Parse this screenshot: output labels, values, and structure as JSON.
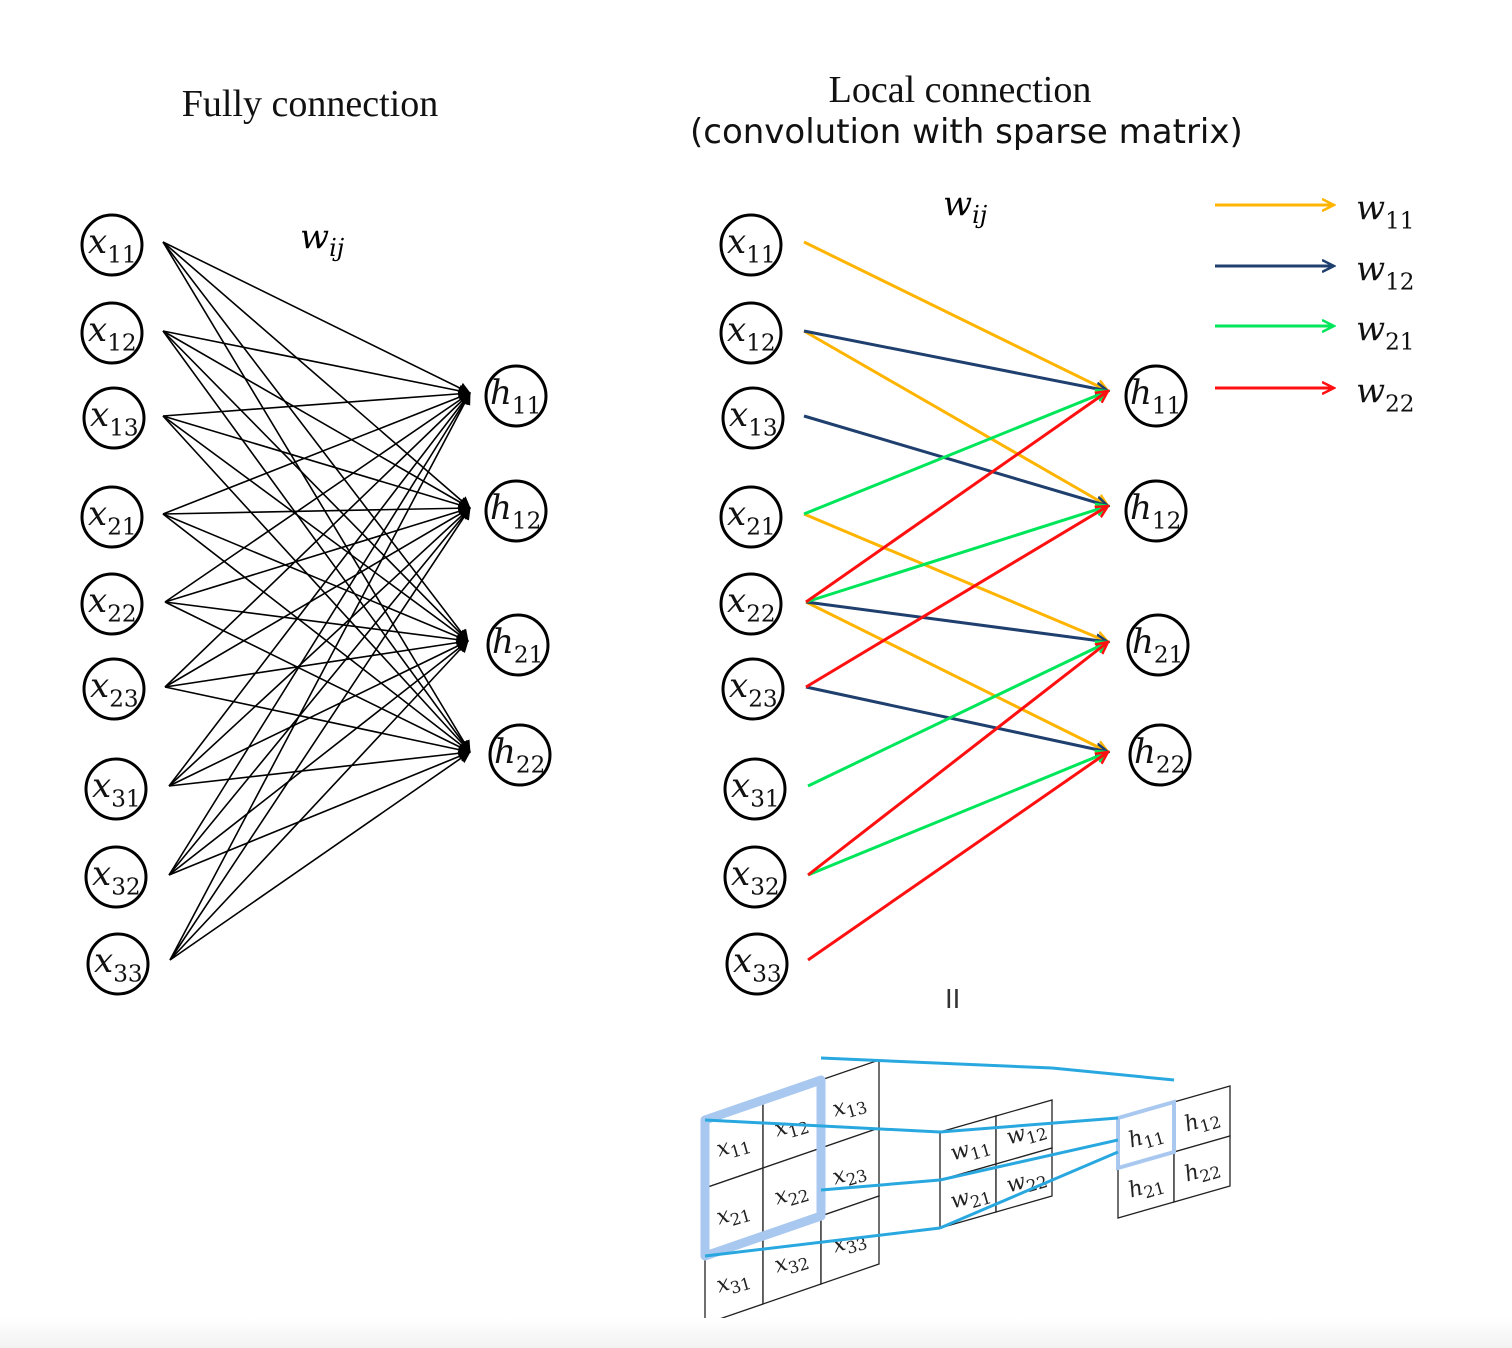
{
  "left_panel": {
    "title": "Fully connection",
    "weight_label": {
      "base": "w",
      "sub": "ij"
    },
    "inputs": [
      {
        "base": "x",
        "sub": "11"
      },
      {
        "base": "x",
        "sub": "12"
      },
      {
        "base": "x",
        "sub": "13"
      },
      {
        "base": "x",
        "sub": "21"
      },
      {
        "base": "x",
        "sub": "22"
      },
      {
        "base": "x",
        "sub": "23"
      },
      {
        "base": "x",
        "sub": "31"
      },
      {
        "base": "x",
        "sub": "32"
      },
      {
        "base": "x",
        "sub": "33"
      }
    ],
    "outputs": [
      {
        "base": "h",
        "sub": "11"
      },
      {
        "base": "h",
        "sub": "12"
      },
      {
        "base": "h",
        "sub": "21"
      },
      {
        "base": "h",
        "sub": "22"
      }
    ],
    "edge_color": "#000000"
  },
  "right_panel": {
    "title_line1": "Local connection",
    "title_line2": "(convolution with sparse matrix)",
    "weight_label": {
      "base": "w",
      "sub": "ij"
    },
    "inputs": [
      {
        "base": "x",
        "sub": "11"
      },
      {
        "base": "x",
        "sub": "12"
      },
      {
        "base": "x",
        "sub": "13"
      },
      {
        "base": "x",
        "sub": "21"
      },
      {
        "base": "x",
        "sub": "22"
      },
      {
        "base": "x",
        "sub": "23"
      },
      {
        "base": "x",
        "sub": "31"
      },
      {
        "base": "x",
        "sub": "32"
      },
      {
        "base": "x",
        "sub": "33"
      }
    ],
    "outputs": [
      {
        "base": "h",
        "sub": "11"
      },
      {
        "base": "h",
        "sub": "12"
      },
      {
        "base": "h",
        "sub": "21"
      },
      {
        "base": "h",
        "sub": "22"
      }
    ],
    "legend": [
      {
        "base": "w",
        "sub": "11",
        "color": "#FFB400"
      },
      {
        "base": "w",
        "sub": "12",
        "color": "#1F3F6E"
      },
      {
        "base": "w",
        "sub": "21",
        "color": "#00E65A"
      },
      {
        "base": "w",
        "sub": "22",
        "color": "#FF1010"
      }
    ],
    "connections": [
      {
        "from": "x11",
        "to": "h11",
        "weight": "w11"
      },
      {
        "from": "x12",
        "to": "h12",
        "weight": "w11"
      },
      {
        "from": "x21",
        "to": "h21",
        "weight": "w11"
      },
      {
        "from": "x22",
        "to": "h22",
        "weight": "w11"
      },
      {
        "from": "x12",
        "to": "h11",
        "weight": "w12"
      },
      {
        "from": "x13",
        "to": "h12",
        "weight": "w12"
      },
      {
        "from": "x22",
        "to": "h21",
        "weight": "w12"
      },
      {
        "from": "x23",
        "to": "h22",
        "weight": "w12"
      },
      {
        "from": "x21",
        "to": "h11",
        "weight": "w21"
      },
      {
        "from": "x22",
        "to": "h12",
        "weight": "w21"
      },
      {
        "from": "x31",
        "to": "h21",
        "weight": "w21"
      },
      {
        "from": "x32",
        "to": "h22",
        "weight": "w21"
      },
      {
        "from": "x22",
        "to": "h11",
        "weight": "w22"
      },
      {
        "from": "x23",
        "to": "h12",
        "weight": "w22"
      },
      {
        "from": "x32",
        "to": "h21",
        "weight": "w22"
      },
      {
        "from": "x33",
        "to": "h22",
        "weight": "w22"
      }
    ]
  },
  "equals_sign": "II",
  "grid_3d": {
    "input_grid": [
      [
        "x11",
        "x12",
        "x13"
      ],
      [
        "x21",
        "x22",
        "x23"
      ],
      [
        "x31",
        "x32",
        "x33"
      ]
    ],
    "kernel_grid": [
      [
        "w11",
        "w12"
      ],
      [
        "w21",
        "w22"
      ]
    ],
    "output_grid": [
      [
        "h11",
        "h12"
      ],
      [
        "h21",
        "h22"
      ]
    ],
    "highlight_color": "#A9C8F0",
    "link_color": "#29A8E0"
  }
}
